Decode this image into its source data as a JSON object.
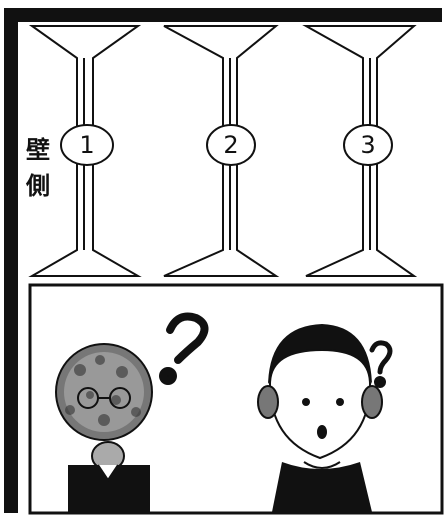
{
  "wall_label": [
    "壁",
    "側"
  ],
  "shelves": [
    {
      "number": "1"
    },
    {
      "number": "2"
    },
    {
      "number": "3"
    }
  ],
  "question_marks": [
    "?",
    "?"
  ],
  "icons": {
    "left_person": "elderly-man-thinking-icon",
    "right_person": "young-man-surprised-icon"
  }
}
